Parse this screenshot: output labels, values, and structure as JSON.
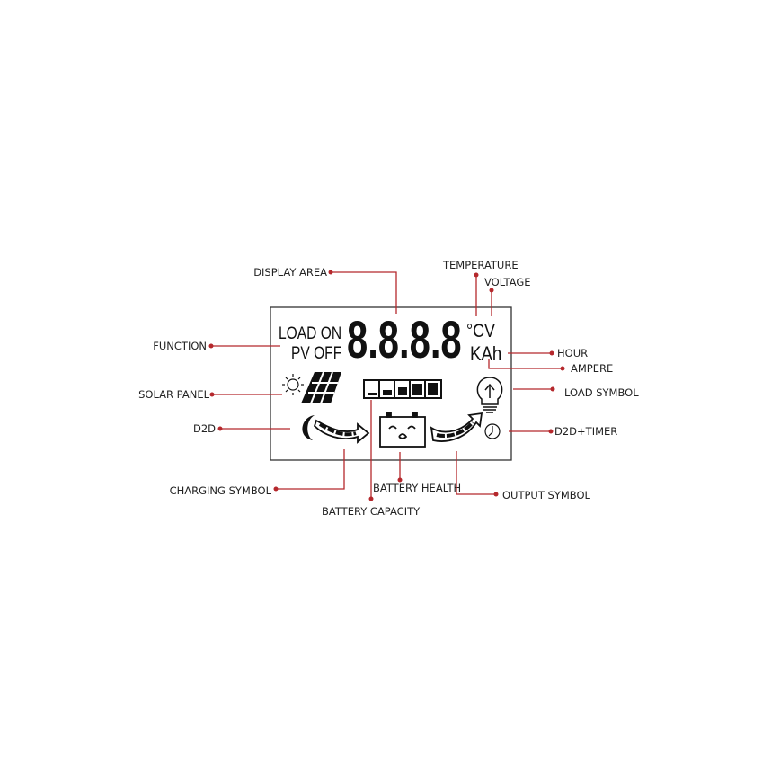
{
  "lcd": {
    "function_top": "LOAD ON",
    "function_bottom": "PV OFF",
    "digits": "8.8.8.8",
    "unit_top": "°CV",
    "unit_bottom": "KAh",
    "battery_capacity_level": 5
  },
  "labels": {
    "display_area": "DISPLAY AREA",
    "temperature": "TEMPERATURE",
    "voltage": "VOLTAGE",
    "function": "FUNCTION",
    "hour": "HOUR",
    "ampere": "AMPERE",
    "solar_panel": "SOLAR PANEL",
    "load_symbol": "LOAD SYMBOL",
    "d2d": "D2D",
    "d2d_timer": "D2D+TIMER",
    "charging_symbol": "CHARGING SYMBOL",
    "battery_health": "BATTERY HEALTH",
    "output_symbol": "OUTPUT SYMBOL",
    "battery_capacity": "BATTERY CAPACITY"
  },
  "colors": {
    "leader": "#b5282c",
    "lcd": "#111111"
  }
}
